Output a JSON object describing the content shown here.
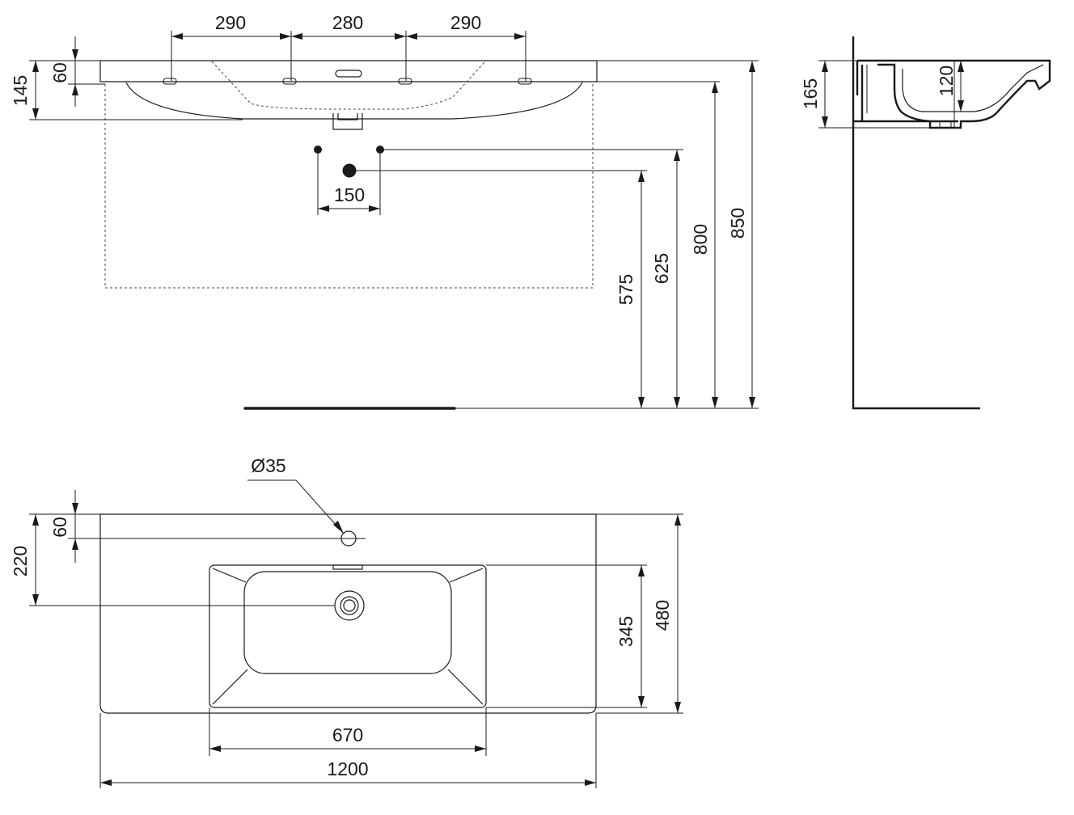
{
  "colors": {
    "line": "#1a1a1a",
    "background": "#ffffff"
  },
  "front_view": {
    "tap_spacing_left": "290",
    "tap_spacing_middle": "280",
    "tap_spacing_right": "290",
    "rim_height": "60",
    "basin_depth": "145",
    "waste_spacing": "150",
    "height_575": "575",
    "height_625": "625",
    "height_800": "800",
    "height_850": "850"
  },
  "side_view": {
    "overall_depth": "165",
    "bowl_depth": "120"
  },
  "top_view": {
    "tap_hole_diameter": "Ø35",
    "tap_hole_offset": "60",
    "drain_offset": "220",
    "bowl_length": "345",
    "overall_depth": "480",
    "bowl_width": "670",
    "overall_width": "1200"
  }
}
